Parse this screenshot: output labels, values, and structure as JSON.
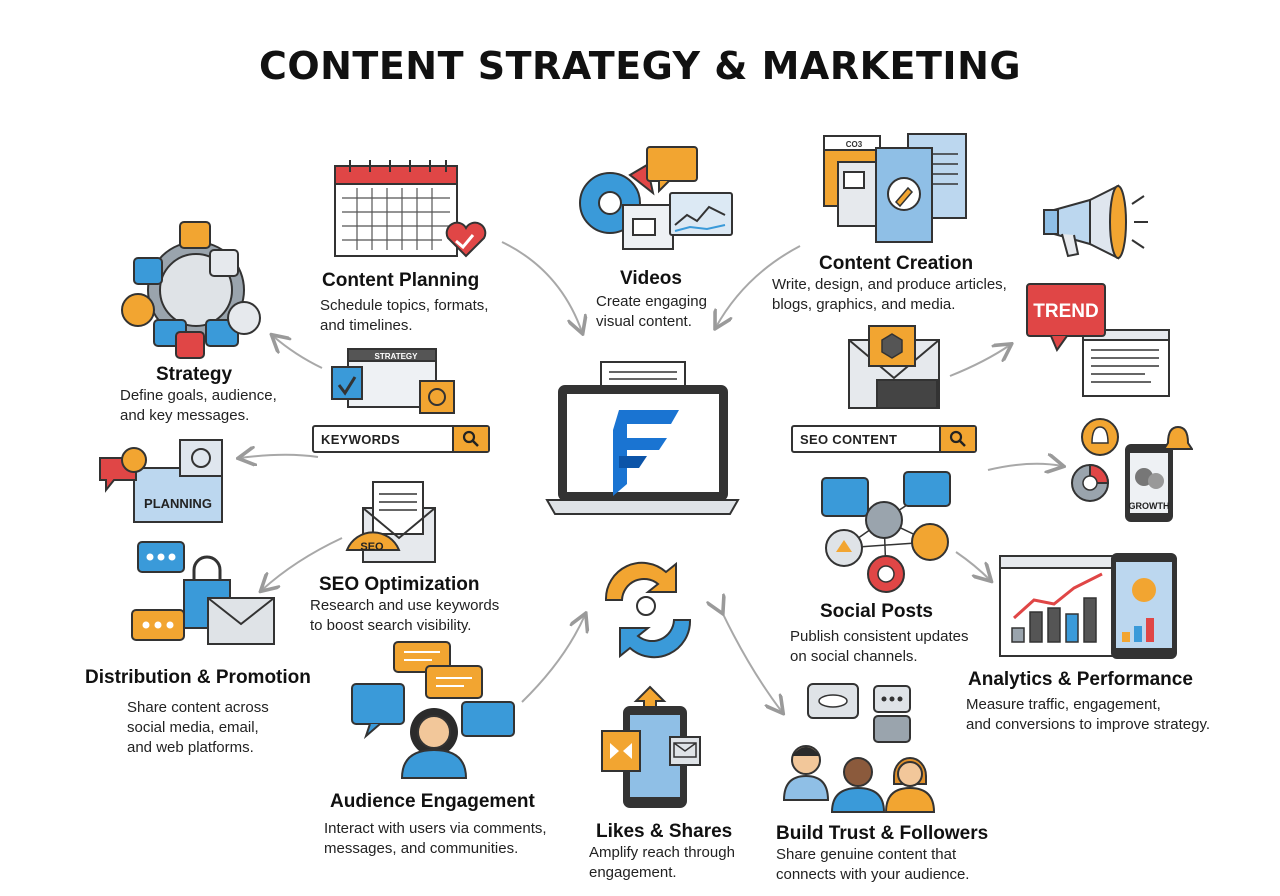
{
  "title": "CONTENT STRATEGY & MARKETING",
  "nodes": {
    "content_planning": {
      "title": "Content Planning",
      "desc": [
        "Schedule topics, formats,",
        "and timelines."
      ]
    },
    "videos": {
      "title": "Videos",
      "desc": [
        "Create engaging",
        "visual content."
      ]
    },
    "content_creation": {
      "title": "Content Creation",
      "desc": [
        "Write, design, and produce articles,",
        "blogs, graphics, and media."
      ]
    },
    "strategy": {
      "title": "Strategy",
      "desc": [
        "Define goals, audience,",
        "and key messages."
      ]
    },
    "seo_optimization": {
      "title": "SEO Optimization",
      "desc": [
        "Research and use keywords",
        "to boost search visibility."
      ]
    },
    "social_posts": {
      "title": "Social Posts",
      "desc": [
        "Publish consistent updates",
        "on social channels."
      ]
    },
    "distribution": {
      "title": "Distribution & Promotion",
      "desc": [
        "Share content across",
        "social media, email,",
        "and web platforms."
      ]
    },
    "analytics": {
      "title": "Analytics & Performance",
      "desc": [
        "Measure traffic, engagement,",
        "and conversions to improve strategy."
      ]
    },
    "audience_engagement": {
      "title": "Audience Engagement",
      "desc": [
        "Interact with users via comments,",
        "messages, and communities."
      ]
    },
    "likes_shares": {
      "title": "Likes & Shares",
      "desc": [
        "Amplify reach through",
        "engagement."
      ]
    },
    "build_trust": {
      "title": "Build Trust & Followers",
      "desc": [
        "Share genuine content that",
        "connects with your audience."
      ]
    }
  },
  "labels": {
    "keywords_search": "KEYWORDS",
    "seo_content_search": "SEO CONTENT",
    "strategy_tag": "STRATEGY",
    "planning_tag": "PLANNING",
    "seo_tag": "SEO",
    "trend_tag": "TREND",
    "growth_tag": "GROWTH",
    "doc_tag": "CO3"
  },
  "colors": {
    "orange": "#f2a531",
    "blue": "#4a9fd6",
    "red": "#e04646",
    "dark": "#333333",
    "gray": "#d9dde2"
  }
}
